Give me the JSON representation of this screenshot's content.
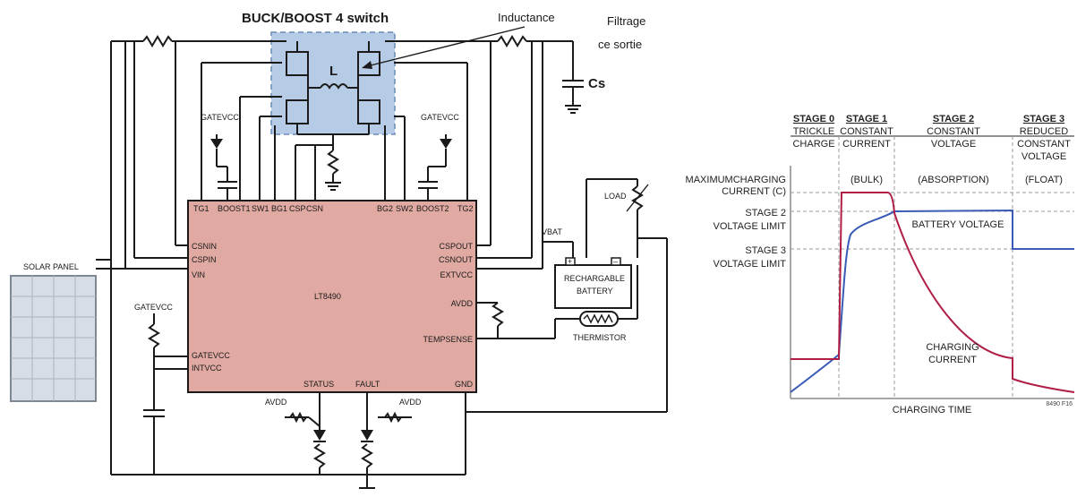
{
  "schematic": {
    "title": "BUCK/BOOST 4 switch",
    "inductance_label": "Inductance",
    "inductor_symbol": "L",
    "filter_label_1": "Filtrage",
    "filter_label_2": "ce sortie",
    "cs_label": "Cs",
    "solar_panel": "SOLAR PANEL",
    "chip_name": "LT8490",
    "gatevcc_top_left": "GATEVCC",
    "gatevcc_top_right": "GATEVCC",
    "gatevcc_left": "GATEVCC",
    "pins_top": [
      "TG1",
      "BOOST1",
      "SW1",
      "BG1",
      "CSP",
      "CSN",
      "BG2",
      "SW2",
      "BOOST2",
      "TG2"
    ],
    "pins_left": [
      "CSNIN",
      "CSPIN",
      "VIN",
      "GATEVCC",
      "INTVCC"
    ],
    "pins_right": [
      "CSPOUT",
      "CSNOUT",
      "EXTVCC",
      "AVDD",
      "TEMPSENSE",
      "GND"
    ],
    "pins_bottom": [
      "STATUS",
      "FAULT"
    ],
    "avdd_1": "AVDD",
    "avdd_2": "AVDD",
    "vbat": "VBAT",
    "load": "LOAD",
    "battery_line1": "RECHARGABLE",
    "battery_line2": "BATTERY",
    "thermistor": "THERMISTOR",
    "plus": "+",
    "minus": "–"
  },
  "charging_graph": {
    "stages": [
      {
        "title": "STAGE 0",
        "line1": "TRICKLE",
        "line2": "CHARGE",
        "line3": ""
      },
      {
        "title": "STAGE 1",
        "line1": "CONSTANT",
        "line2": "CURRENT",
        "line3": ""
      },
      {
        "title": "STAGE 2",
        "line1": "CONSTANT",
        "line2": "VOLTAGE",
        "line3": ""
      },
      {
        "title": "STAGE 3",
        "line1": "REDUCED",
        "line2": "CONSTANT",
        "line3": "VOLTAGE"
      }
    ],
    "phases": [
      "(BULK)",
      "(ABSORPTION)",
      "(FLOAT)"
    ],
    "y_labels": [
      {
        "line1": "MAXIMUMCHARGING",
        "line2": "CURRENT (C)"
      },
      {
        "line1": "STAGE 2",
        "line2": "VOLTAGE LIMIT"
      },
      {
        "line1": "STAGE 3",
        "line2": "VOLTAGE LIMIT"
      }
    ],
    "battery_voltage_label": "BATTERY VOLTAGE",
    "charging_current_line1": "CHARGING",
    "charging_current_line2": "CURRENT",
    "x_label": "CHARGING TIME",
    "figure_id": "8490 F16",
    "colors": {
      "current": "#b01e46",
      "voltage": "#3a5bb5"
    }
  }
}
